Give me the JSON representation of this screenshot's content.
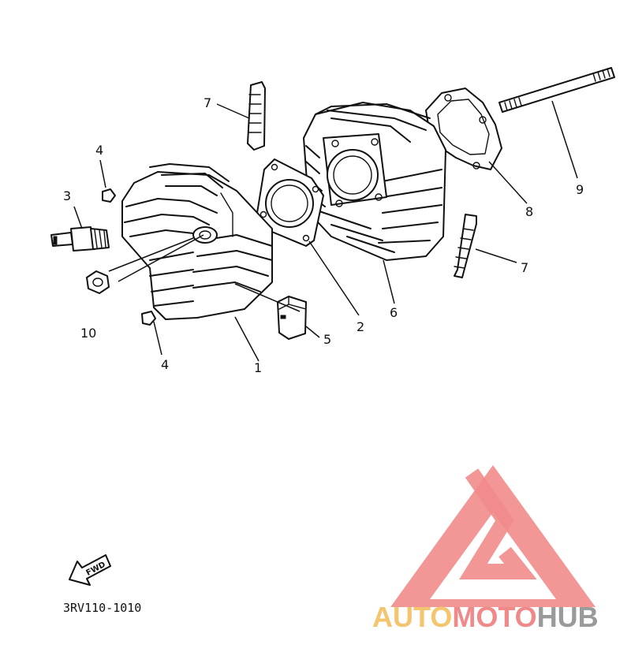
{
  "diagram": {
    "code": "3RV110-1010",
    "fwd_label": "FWD",
    "callouts": [
      "1",
      "2",
      "3",
      "4",
      "4",
      "5",
      "6",
      "7",
      "7",
      "8",
      "9",
      "10"
    ]
  },
  "watermark": {
    "word_part1": "AUTO",
    "word_part2": "MOTO",
    "word_part3": "HUB",
    "colors": {
      "triangle": "#f28b8b",
      "auto": "#f5c46e",
      "moto": "#f08a8a",
      "hub": "#9a9a9a"
    }
  },
  "parts": [
    {
      "number": "1",
      "icon": "cylinder-head-icon"
    },
    {
      "number": "2",
      "icon": "head-gasket-icon"
    },
    {
      "number": "3",
      "icon": "spark-plug-icon"
    },
    {
      "number": "4",
      "icon": "damper-icon"
    },
    {
      "number": "5",
      "icon": "damper-block-icon"
    },
    {
      "number": "6",
      "icon": "cylinder-icon"
    },
    {
      "number": "7",
      "icon": "fin-damper-icon"
    },
    {
      "number": "8",
      "icon": "base-gasket-icon"
    },
    {
      "number": "9",
      "icon": "stud-bolt-icon"
    },
    {
      "number": "10",
      "icon": "nut-icon"
    }
  ]
}
